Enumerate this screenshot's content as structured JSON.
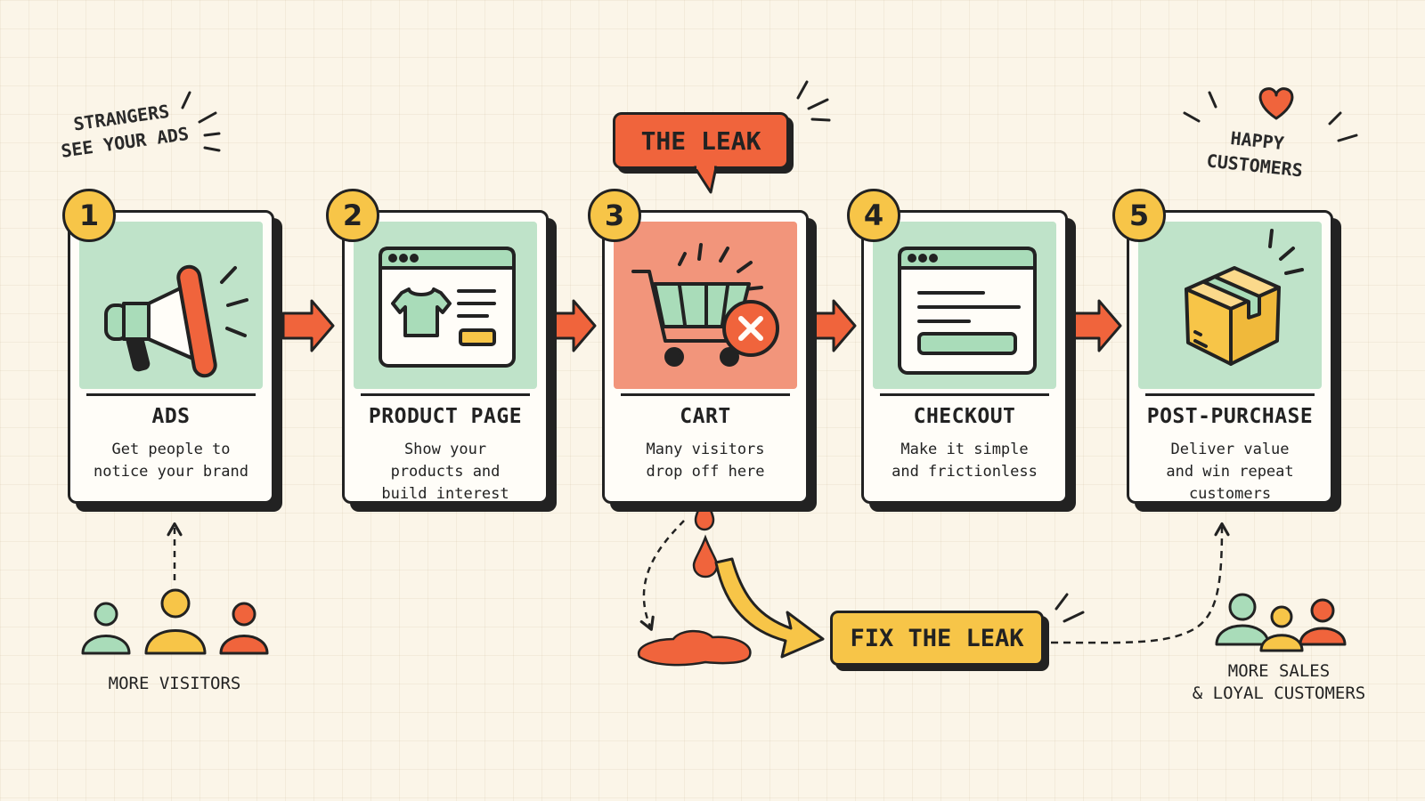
{
  "colors": {
    "background": "#fbf5e8",
    "green": "#bfe3c9",
    "red_panel": "#f2957b",
    "orange": "#f0643c",
    "yellow": "#f7c548",
    "outline": "#222222"
  },
  "notes": {
    "strangers_line1": "STRANGERS",
    "strangers_line2": "SEE YOUR ADS",
    "happy_line1": "HAPPY",
    "happy_line2": "CUSTOMERS"
  },
  "callout": {
    "label": "THE LEAK"
  },
  "steps": [
    {
      "number": "1",
      "title": "ADS",
      "description": "Get people to\nnotice your brand",
      "icon": "megaphone-icon"
    },
    {
      "number": "2",
      "title": "PRODUCT PAGE",
      "description": "Show your\nproducts and\nbuild interest",
      "icon": "product-page-icon"
    },
    {
      "number": "3",
      "title": "CART",
      "description": "Many visitors\ndrop off here",
      "icon": "cart-abandon-icon"
    },
    {
      "number": "4",
      "title": "CHECKOUT",
      "description": "Make it simple\nand frictionless",
      "icon": "checkout-window-icon"
    },
    {
      "number": "5",
      "title": "POST-PURCHASE",
      "description": "Deliver value\nand win repeat\ncustomers",
      "icon": "package-icon"
    }
  ],
  "fix": {
    "label": "FIX THE LEAK"
  },
  "captions": {
    "visitors": "MORE VISITORS",
    "sales_line1": "MORE SALES",
    "sales_line2": "& LOYAL CUSTOMERS"
  }
}
